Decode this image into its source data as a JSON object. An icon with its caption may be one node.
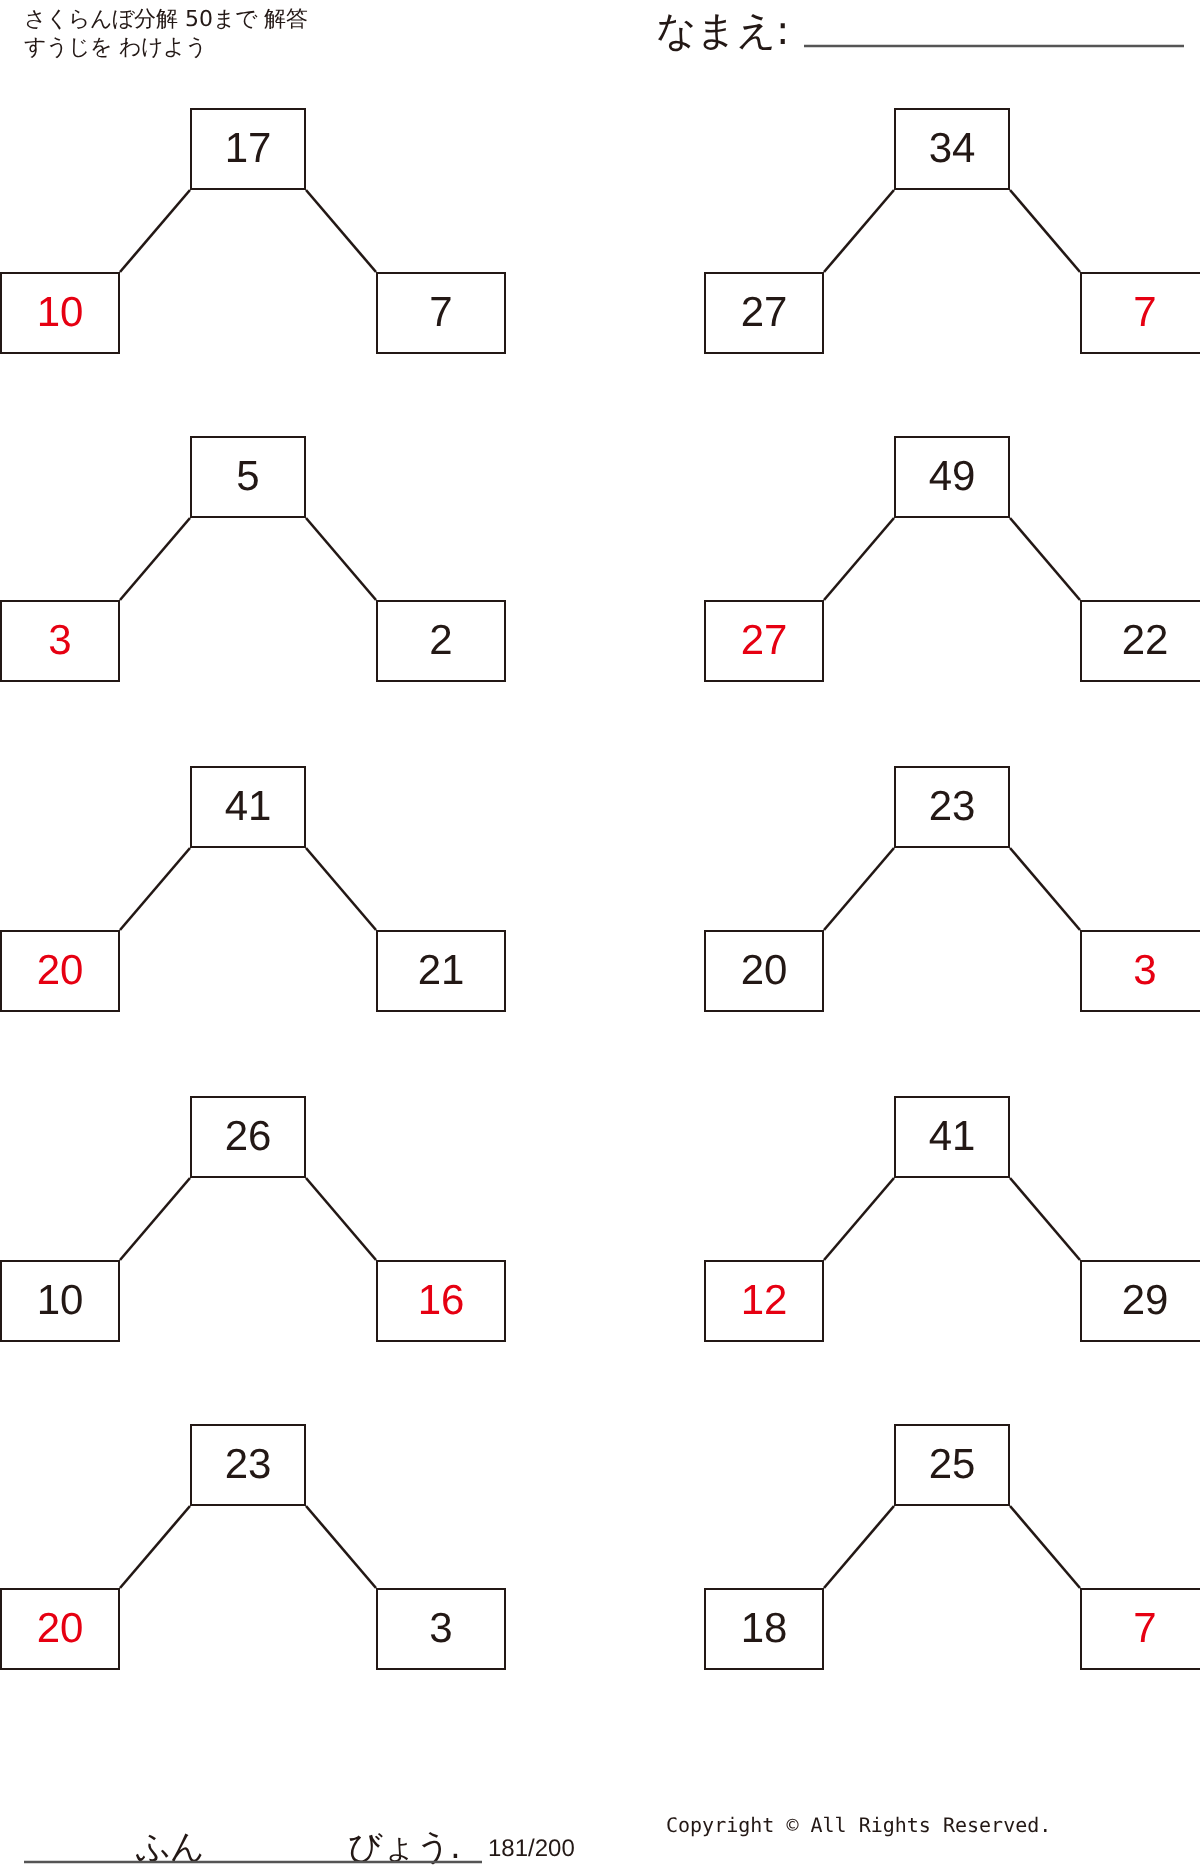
{
  "diagram": {
    "title": "さくらんぼ分解 50まで 解答",
    "nodes": [
      {
        "text": [
          "17"
        ]
      },
      {
        "text": [
          "10"
        ]
      },
      {
        "text": [
          "7"
        ]
      },
      {
        "text": [
          "34"
        ]
      },
      {
        "text": [
          "27"
        ]
      },
      {
        "text": [
          "7"
        ]
      },
      {
        "text": [
          "5"
        ]
      },
      {
        "text": [
          "3"
        ]
      },
      {
        "text": [
          "2"
        ]
      },
      {
        "text": [
          "49"
        ]
      },
      {
        "text": [
          "27"
        ]
      },
      {
        "text": [
          "22"
        ]
      },
      {
        "text": [
          "41"
        ]
      },
      {
        "text": [
          "20"
        ]
      },
      {
        "text": [
          "21"
        ]
      },
      {
        "text": [
          "23"
        ]
      },
      {
        "text": [
          "20"
        ]
      },
      {
        "text": [
          "3"
        ]
      },
      {
        "text": [
          "26"
        ]
      },
      {
        "text": [
          "10"
        ]
      },
      {
        "text": [
          "16"
        ]
      },
      {
        "text": [
          "41"
        ]
      },
      {
        "text": [
          "12"
        ]
      },
      {
        "text": [
          "29"
        ]
      },
      {
        "text": [
          "23"
        ]
      },
      {
        "text": [
          "20"
        ]
      },
      {
        "text": [
          "3"
        ]
      },
      {
        "text": [
          "25"
        ]
      },
      {
        "text": [
          "18"
        ]
      },
      {
        "text": [
          "7"
        ]
      }
    ],
    "edges": [
      {
        "from": 0,
        "to": 1,
        "arrow": "none"
      },
      {
        "from": 0,
        "to": 2,
        "arrow": "none"
      },
      {
        "from": 3,
        "to": 4,
        "arrow": "none"
      },
      {
        "from": 3,
        "to": 5,
        "arrow": "none"
      },
      {
        "from": 6,
        "to": 7,
        "arrow": "none"
      },
      {
        "from": 6,
        "to": 8,
        "arrow": "none"
      },
      {
        "from": 9,
        "to": 10,
        "arrow": "none"
      },
      {
        "from": 9,
        "to": 11,
        "arrow": "none"
      },
      {
        "from": 12,
        "to": 13,
        "arrow": "none"
      },
      {
        "from": 12,
        "to": 14,
        "arrow": "none"
      },
      {
        "from": 15,
        "to": 16,
        "arrow": "none"
      },
      {
        "from": 15,
        "to": 17,
        "arrow": "none"
      },
      {
        "from": 18,
        "to": 19,
        "arrow": "none"
      },
      {
        "from": 18,
        "to": 20,
        "arrow": "none"
      },
      {
        "from": 21,
        "to": 22,
        "arrow": "none"
      },
      {
        "from": 21,
        "to": 23,
        "arrow": "none"
      },
      {
        "from": 24,
        "to": 25,
        "arrow": "none"
      },
      {
        "from": 24,
        "to": 26,
        "arrow": "none"
      },
      {
        "from": 27,
        "to": 28,
        "arrow": "none"
      },
      {
        "from": 27,
        "to": 29,
        "arrow": "none"
      }
    ],
    "labels": [
      "すうじを わけよう",
      "なまえ:",
      "ふん",
      "びょう.",
      "181/200",
      "Copyright © All Rights Reserved."
    ]
  }
}
